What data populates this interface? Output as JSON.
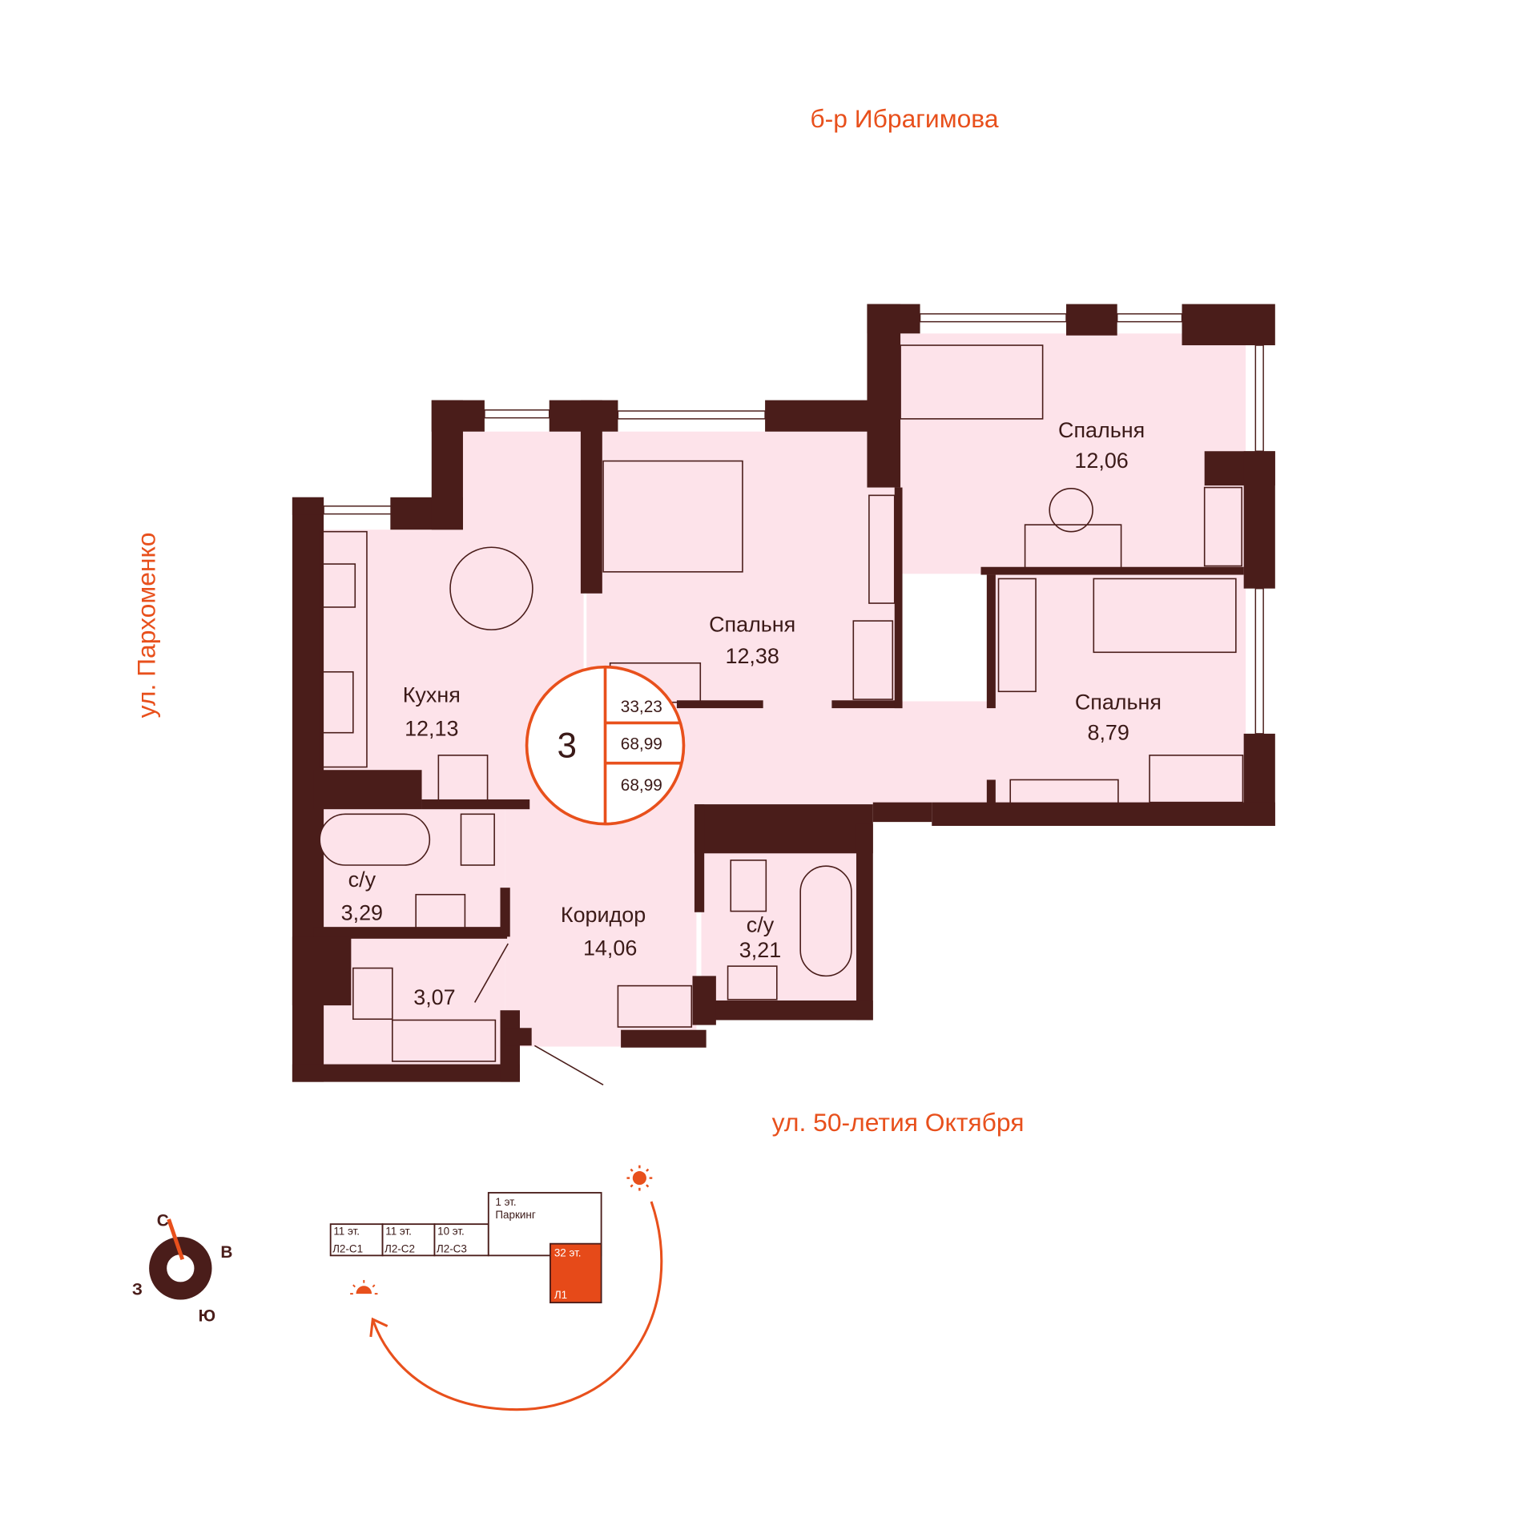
{
  "streets": {
    "top": "б-р Ибрагимова",
    "left": "ул. Пархоменко",
    "bottom": "ул. 50-летия Октября"
  },
  "badge": {
    "rooms": "3",
    "living_area": "33,23",
    "total_area": "68,99",
    "total_area_2": "68,99"
  },
  "rooms": [
    {
      "name": "Кухня",
      "area": "12,13"
    },
    {
      "name": "Спальня",
      "area": "12,38"
    },
    {
      "name": "Спальня",
      "area": "12,06"
    },
    {
      "name": "Спальня",
      "area": "8,79"
    },
    {
      "name": "с/у",
      "area": "3,29"
    },
    {
      "name": "Коридор",
      "area": "14,06"
    },
    {
      "name": "с/у",
      "area": "3,21"
    },
    {
      "name": "",
      "area": "3,07"
    }
  ],
  "compass": {
    "n": "С",
    "e": "В",
    "s": "Ю",
    "w": "З"
  },
  "site_plan": {
    "sections": [
      {
        "floors": "11 эт.",
        "name": "Л2-С1"
      },
      {
        "floors": "11 эт.",
        "name": "Л2-С2"
      },
      {
        "floors": "10 эт.",
        "name": "Л2-С3"
      }
    ],
    "parking": {
      "floors": "1 эт.",
      "name": "Паркинг"
    },
    "current": {
      "floors": "32 эт.",
      "name": "Л1"
    }
  },
  "colors": {
    "accent": "#e8501c",
    "wall": "#4a1d1a",
    "floor": "#fde3ea"
  }
}
